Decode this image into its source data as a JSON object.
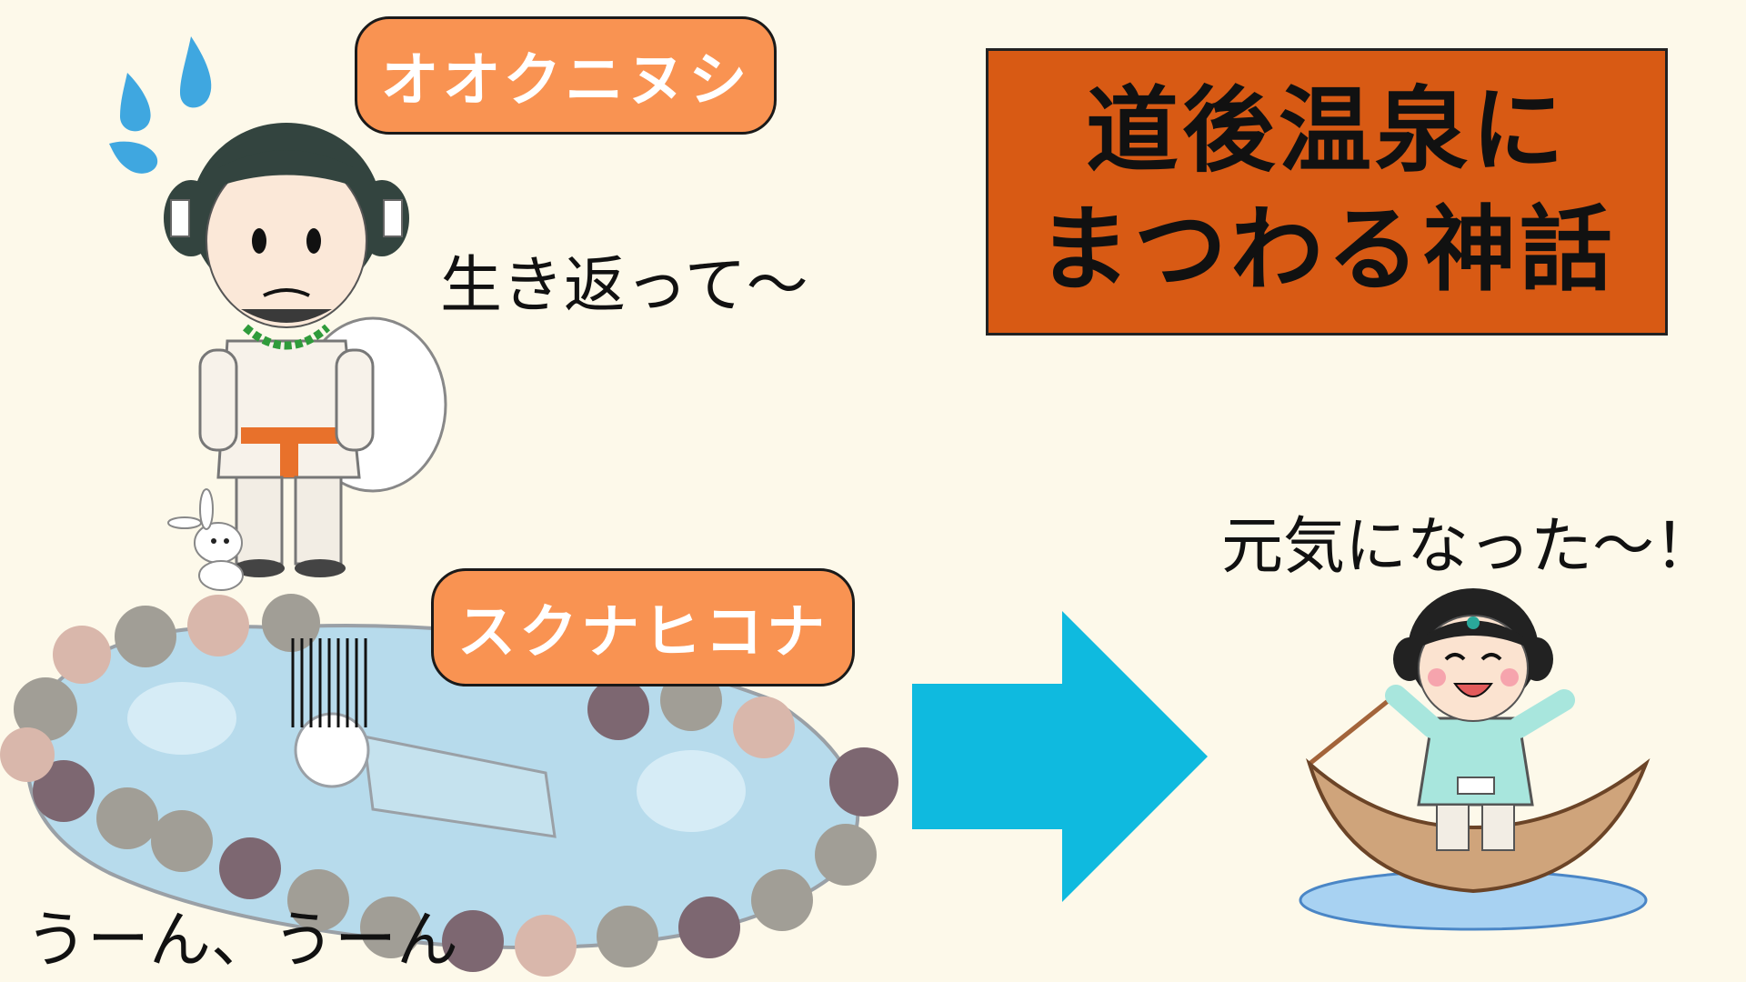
{
  "title": {
    "line1": "道後温泉に",
    "line2": "まつわる神話"
  },
  "characters": {
    "okuninushi": {
      "name": "オオクニヌシ",
      "speech": "生き返って〜"
    },
    "sukunahikona": {
      "name": "スクナヒコナ",
      "speech_bath": "うーん、うーん",
      "speech_recovered": "元気になった〜！"
    }
  },
  "colors": {
    "background": "#fdf9ea",
    "label": "#f99352",
    "title_box": "#d85a14",
    "arrow": "#0fbadf",
    "water": "#b7dbec"
  },
  "icons": {
    "arrow": "right-arrow-icon",
    "sweat": "sweat-drops-icon"
  }
}
